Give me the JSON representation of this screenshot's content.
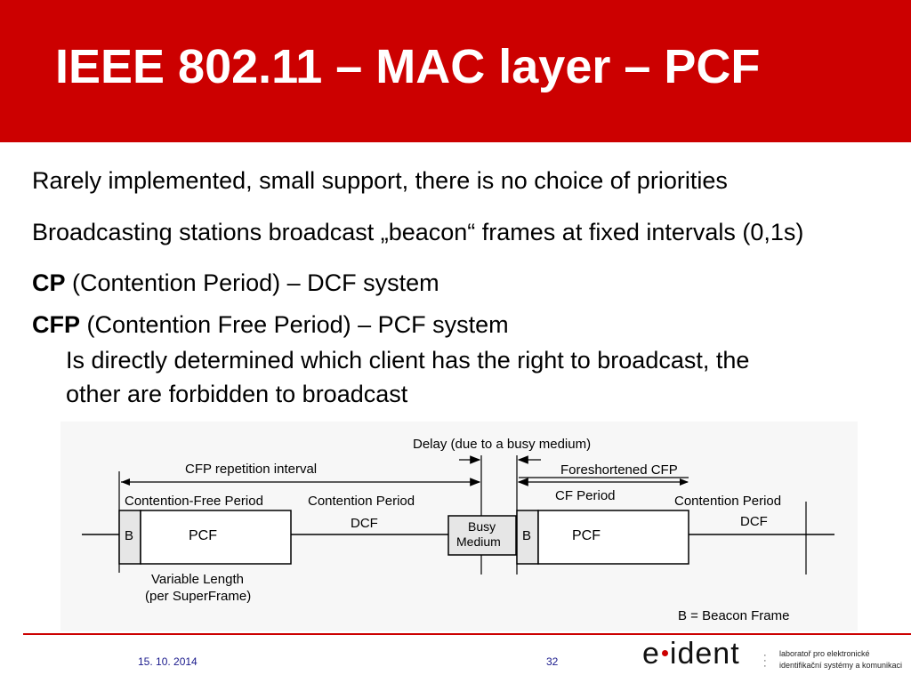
{
  "slide": {
    "title": "IEEE 802.11 – MAC layer – PCF",
    "bullets": [
      {
        "text": "Rarely implemented, small support, there is no choice of priorities"
      },
      {
        "text": "Broadcasting stations broadcast „beacon“ frames at fixed intervals (0,1s)"
      },
      {
        "bold": "CP",
        "text": " (Contention Period) – DCF system"
      },
      {
        "bold": "CFP",
        "text": " (Contention Free Period) – PCF system"
      }
    ],
    "sub_bullets": [
      "Is directly determined which client has the right to broadcast, the",
      "other are forbidden to broadcast"
    ]
  },
  "diagram": {
    "labels": {
      "delay": "Delay (due to a busy medium)",
      "cfp_repetition": "CFP repetition interval",
      "foreshortened": "Foreshortened CFP",
      "contention_free_period": "Contention-Free Period",
      "contention_period_1": "Contention Period",
      "dcf_1": "DCF",
      "cf_period": "CF Period",
      "contention_period_2": "Contention Period",
      "dcf_2": "DCF",
      "b1": "B",
      "pcf1": "PCF",
      "busy_line1": "Busy",
      "busy_line2": "Medium",
      "b2": "B",
      "pcf2": "PCF",
      "variable_line1": "Variable Length",
      "variable_line2": "(per SuperFrame)",
      "beacon_legend": "B = Beacon Frame"
    }
  },
  "footer": {
    "date": "15. 10. 2014",
    "page": "32",
    "logo_left": "e",
    "logo_right": "ident",
    "lab_line1": "laboratoř pro elektronické",
    "lab_line2": "identifikační systémy a komunikaci"
  }
}
